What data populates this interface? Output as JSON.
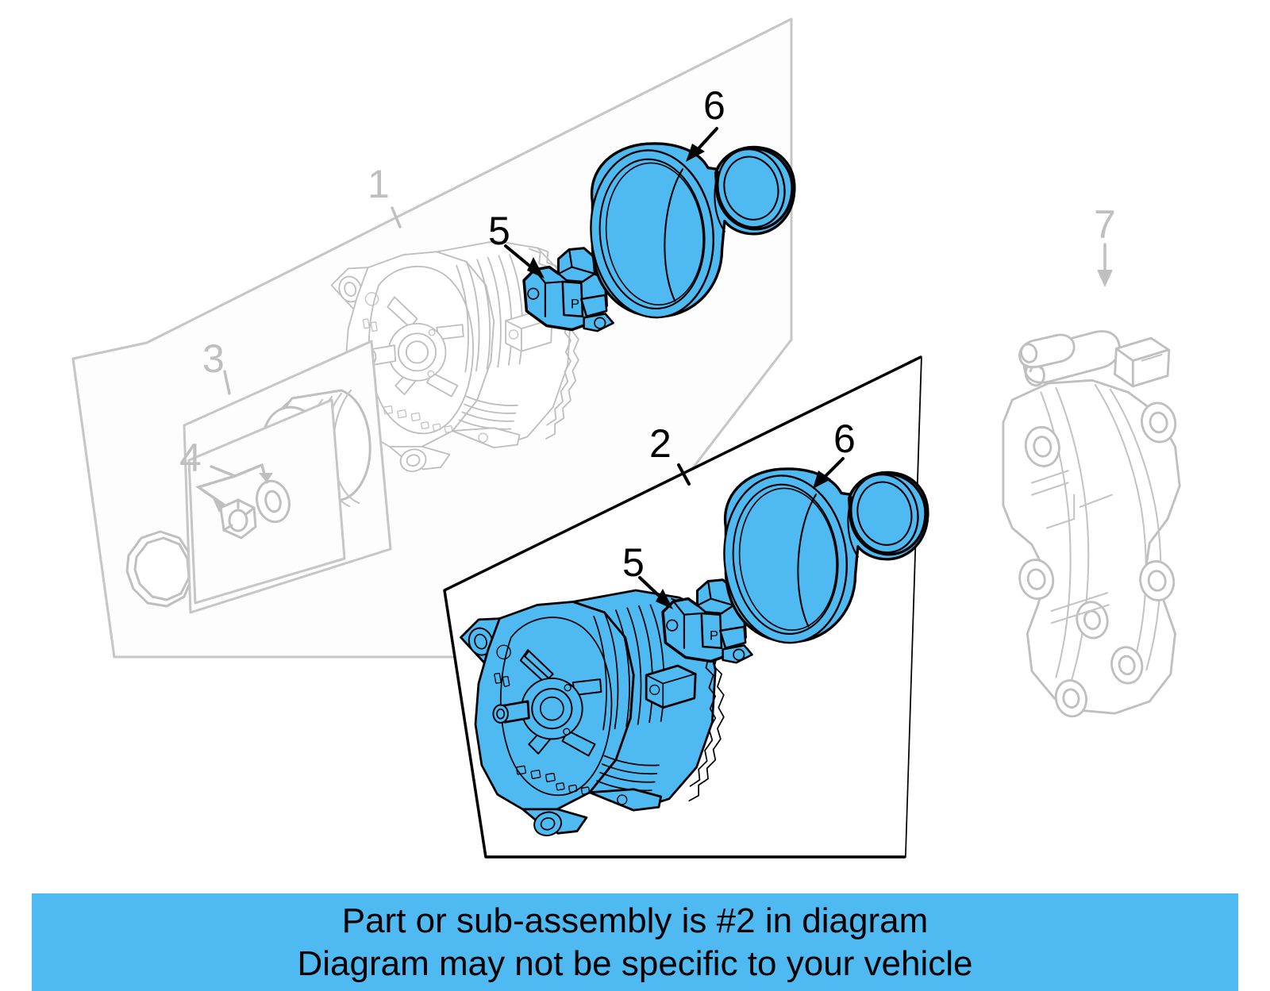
{
  "diagram": {
    "type": "exploded-parts-diagram",
    "subject": "Alternator assembly with pulley, regulator, cover and mounting bracket",
    "highlight_color": "#4FB9F1",
    "inactive_color": "#BFBFBF",
    "outline_color": "#000000",
    "background": "#FFFFFF",
    "groups": [
      {
        "id": "group-1",
        "label": "1",
        "label_color": "#BFBFBF",
        "border_color": "#C6C6C6",
        "highlighted": false,
        "description": "Alternator assembly group 1 (shown faded)"
      },
      {
        "id": "group-3",
        "label": "3",
        "label_color": "#BFBFBF",
        "border_color": "#C6C6C6",
        "highlighted": false,
        "description": "Pulley sub-assembly"
      },
      {
        "id": "group-4",
        "label": "4",
        "label_color": "#BFBFBF",
        "border_color": "#C6C6C6",
        "highlighted": false,
        "description": "Pulley nut and washer"
      },
      {
        "id": "group-2",
        "label": "2",
        "label_color": "#000000",
        "border_color": "#000000",
        "highlighted": true,
        "description": "Alternator assembly group 2 (selected part)"
      }
    ],
    "callouts": [
      {
        "id": "callout-1",
        "label": "1",
        "color": "#BFBFBF",
        "kind": "leader-line"
      },
      {
        "id": "callout-3",
        "label": "3",
        "color": "#BFBFBF",
        "kind": "leader-line"
      },
      {
        "id": "callout-4",
        "label": "4",
        "color": "#BFBFBF",
        "kind": "branching-arrow"
      },
      {
        "id": "callout-2",
        "label": "2",
        "color": "#000000",
        "kind": "leader-line"
      },
      {
        "id": "callout-5-top",
        "label": "5",
        "color": "#000000",
        "kind": "arrow",
        "target": "voltage-regulator"
      },
      {
        "id": "callout-6-top",
        "label": "6",
        "color": "#000000",
        "kind": "arrow",
        "target": "rear-cover"
      },
      {
        "id": "callout-5-bottom",
        "label": "5",
        "color": "#000000",
        "kind": "arrow",
        "target": "voltage-regulator"
      },
      {
        "id": "callout-6-bottom",
        "label": "6",
        "color": "#000000",
        "kind": "arrow",
        "target": "rear-cover"
      },
      {
        "id": "callout-7",
        "label": "7",
        "color": "#BFBFBF",
        "kind": "arrow",
        "target": "mounting-bracket"
      }
    ]
  },
  "banner": {
    "background_color": "#4FB9F1",
    "text_color": "#000000",
    "line1": "Part or sub-assembly is #2 in diagram",
    "line2": "Diagram may not be specific to your vehicle"
  }
}
